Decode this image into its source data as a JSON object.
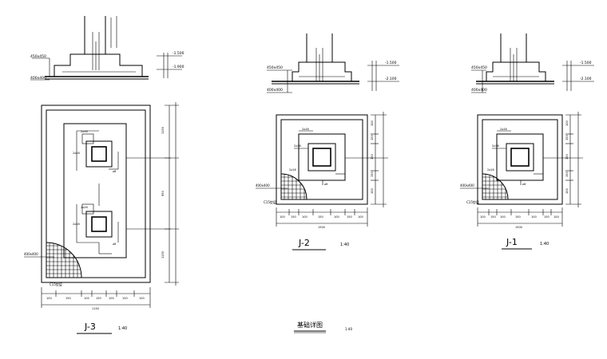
{
  "drawings": [
    {
      "id": "J-3",
      "title": "J-3",
      "scale": "1:40",
      "section_labels": {
        "top_level": "-1.500",
        "bottom_level": "-1.900",
        "left_tag": "450x450",
        "left_tag2": "400x400"
      },
      "plan_labels": {
        "hatch_note": "C15垫层",
        "base_tag": "400x400"
      },
      "bottom_dims": [
        "100",
        "150",
        "100",
        "150",
        "100",
        "150",
        "100"
      ],
      "bottom_total": "1150",
      "side_dims": [
        "1150",
        "950",
        "1150"
      ]
    },
    {
      "id": "J-2",
      "title": "J-2",
      "scale": "1:40",
      "section_labels": {
        "top_level": "-1.500",
        "bottom_level": "-2.100",
        "left_tag": "450x450",
        "left_tag2": "400x400"
      },
      "plan_labels": {
        "hatch_note": "C15垫层",
        "base_tag": "400x400"
      },
      "bottom_dims": [
        "100",
        "150",
        "100",
        "150",
        "100",
        "150",
        "100"
      ],
      "bottom_total": "1500",
      "side_dims": [
        "100",
        "150",
        "150",
        "150",
        "100"
      ]
    },
    {
      "id": "J-1",
      "title": "J-1",
      "scale": "1:40",
      "section_labels": {
        "top_level": "-1.500",
        "bottom_level": "-2.100",
        "left_tag": "450x450",
        "left_tag2": "400x400"
      },
      "plan_labels": {
        "hatch_note": "C15垫层",
        "base_tag": "400x400"
      },
      "bottom_dims": [
        "100",
        "150",
        "100",
        "150",
        "100",
        "150",
        "100"
      ],
      "bottom_total": "1500",
      "side_dims": [
        "100",
        "150",
        "150",
        "150",
        "100"
      ]
    }
  ],
  "sheet_caption": {
    "text": "基础详图",
    "scale": "1:40"
  },
  "small_marks": {
    "rebar": "2⌀16",
    "stirrup": "⌀8"
  },
  "colors": {
    "ink": "#000000",
    "paper": "#ffffff"
  }
}
